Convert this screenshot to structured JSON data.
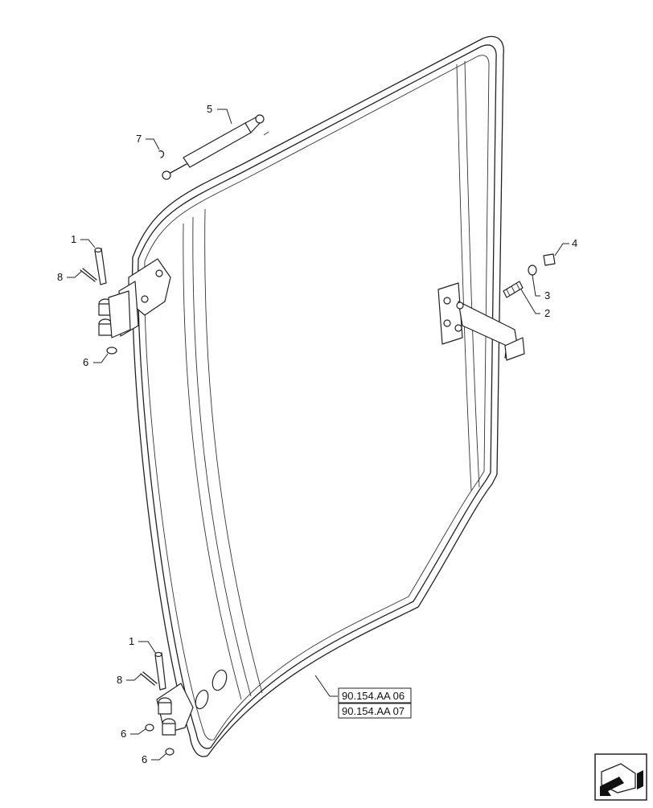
{
  "callouts": {
    "c1_top": "1",
    "c8_top": "8",
    "c6_top": "6",
    "c7": "7",
    "c5": "5",
    "c4": "4",
    "c3": "3",
    "c2": "2",
    "c1_bottom": "1",
    "c8_bottom": "8",
    "c6_bottom_a": "6",
    "c6_bottom_b": "6"
  },
  "references": {
    "ref_a": "90.154.AA 06",
    "ref_b": "90.154.AA 07"
  },
  "icons": {
    "nav": "view-direction-arrow-icon"
  }
}
